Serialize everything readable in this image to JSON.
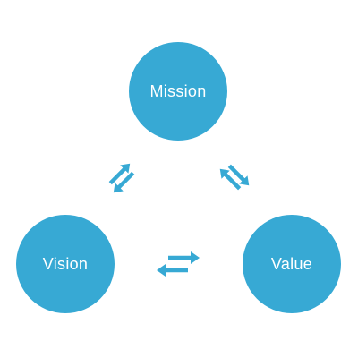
{
  "colors": {
    "background": "#ffffff",
    "node": "#37a9d4",
    "arrow": "#37a9d4"
  },
  "nodes": [
    {
      "id": "mission",
      "label": "Mission"
    },
    {
      "id": "vision",
      "label": "Vision"
    },
    {
      "id": "value",
      "label": "Value"
    }
  ],
  "connectors": [
    {
      "id": "mission-vision",
      "icon": "bidirectional-arrows-icon"
    },
    {
      "id": "mission-value",
      "icon": "bidirectional-arrows-icon"
    },
    {
      "id": "vision-value",
      "icon": "bidirectional-arrows-icon"
    }
  ]
}
